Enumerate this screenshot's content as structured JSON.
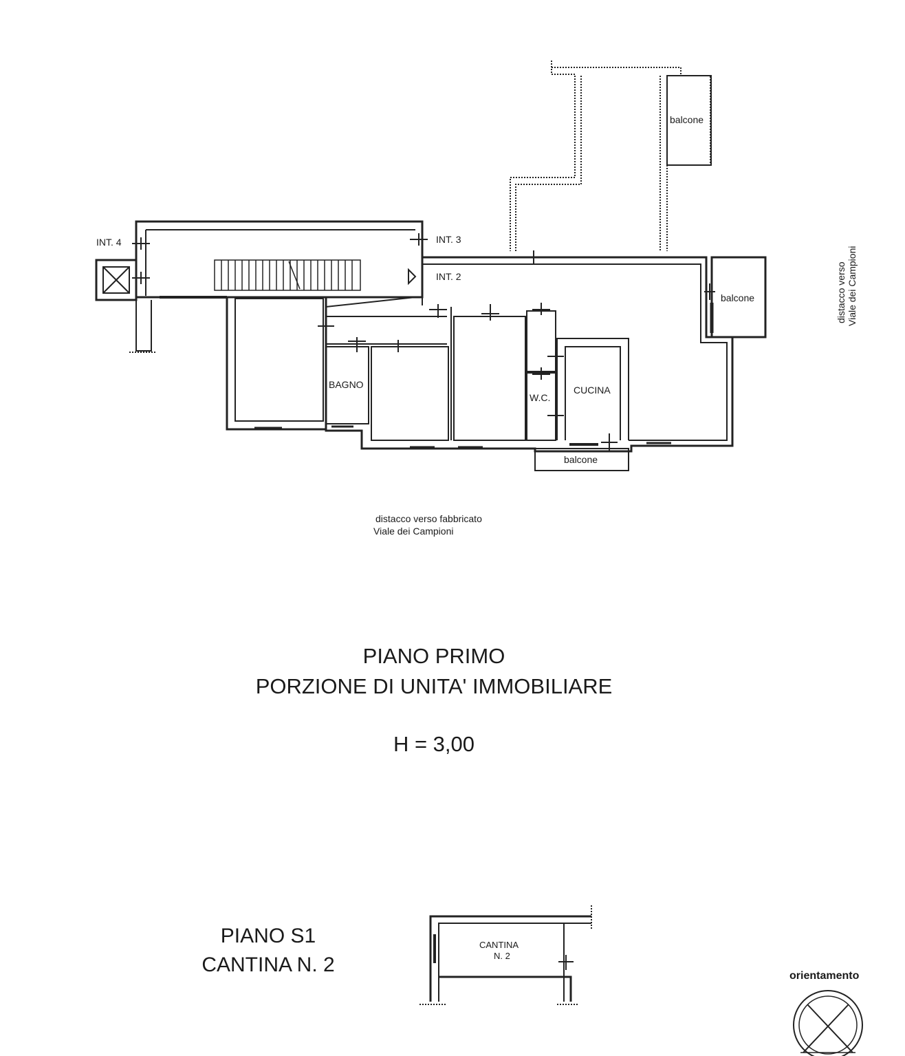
{
  "labels": {
    "int4": "INT. 4",
    "int3": "INT. 3",
    "int2": "INT. 2",
    "balcone_top": "balcone",
    "balcone_right": "balcone",
    "balcone_bottom": "balcone",
    "bagno": "BAGNO",
    "wc": "W.C.",
    "cucina": "CUCINA",
    "cantina_line1": "CANTINA",
    "cantina_line2": "N. 2"
  },
  "side_note": {
    "line1": "distacco verso",
    "line2": "Viale dei Campioni"
  },
  "bottom_note": {
    "line1": "distacco verso fabbricato",
    "line2": "Viale dei Campioni"
  },
  "title": {
    "line1": "PIANO PRIMO",
    "line2": "PORZIONE DI UNITA' IMMOBILIARE",
    "height": "H = 3,00"
  },
  "basement": {
    "line1": "PIANO S1",
    "line2": "CANTINA N. 2"
  },
  "orientation": {
    "label": "orientamento"
  }
}
